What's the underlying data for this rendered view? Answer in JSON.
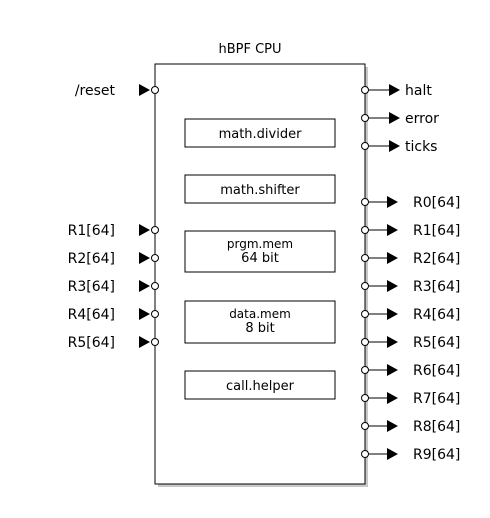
{
  "title": "hBPF CPU",
  "inputs": [
    "/reset",
    "R1[64]",
    "R2[64]",
    "R3[64]",
    "R4[64]",
    "R5[64]"
  ],
  "outputs": [
    "halt",
    "error",
    "ticks",
    "R0[64]",
    "R1[64]",
    "R2[64]",
    "R3[64]",
    "R4[64]",
    "R5[64]",
    "R6[64]",
    "R7[64]",
    "R8[64]",
    "R9[64]"
  ],
  "blocks": [
    {
      "lines": [
        "math.divider"
      ]
    },
    {
      "lines": [
        "math.shifter"
      ]
    },
    {
      "lines": [
        "prgm.mem",
        "64 bit"
      ]
    },
    {
      "lines": [
        "data.mem",
        "8 bit"
      ]
    },
    {
      "lines": [
        "call.helper"
      ]
    }
  ]
}
